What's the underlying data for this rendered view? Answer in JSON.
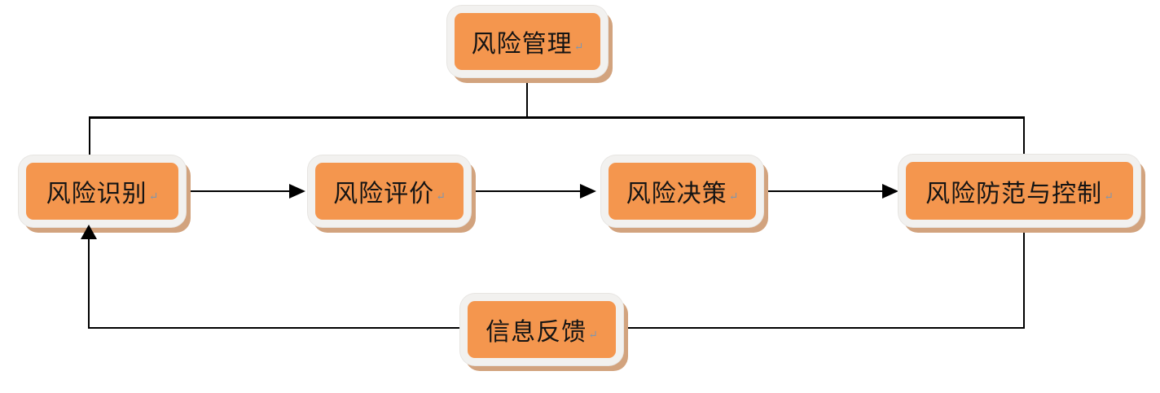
{
  "diagram": {
    "type": "flowchart"
  },
  "nodes": {
    "risk_management": {
      "label": "风险管理"
    },
    "risk_identification": {
      "label": "风险识别"
    },
    "risk_evaluation": {
      "label": "风险评价"
    },
    "risk_decision": {
      "label": "风险决策"
    },
    "risk_prevention_control": {
      "label": "风险防范与控制"
    },
    "info_feedback": {
      "label": "信息反馈"
    }
  },
  "marks": {
    "paragraph_return": "↵"
  },
  "edges": [
    {
      "from": "风险管理",
      "to": "风险识别",
      "style": "line"
    },
    {
      "from": "风险管理",
      "to": "风险防范与控制",
      "style": "line"
    },
    {
      "from": "风险识别",
      "to": "风险评价",
      "style": "arrow"
    },
    {
      "from": "风险评价",
      "to": "风险决策",
      "style": "arrow"
    },
    {
      "from": "风险决策",
      "to": "风险防范与控制",
      "style": "arrow"
    },
    {
      "from": "风险防范与控制",
      "to": "信息反馈",
      "style": "line"
    },
    {
      "from": "信息反馈",
      "to": "风险识别",
      "style": "arrow"
    }
  ],
  "colors": {
    "node_fill": "#F4964E",
    "node_border": "#F2F1EF",
    "node_shadow": "#D2A37E",
    "connector": "#000000",
    "paragraph_mark": "#8296AC",
    "background": "#FFFFFF"
  }
}
